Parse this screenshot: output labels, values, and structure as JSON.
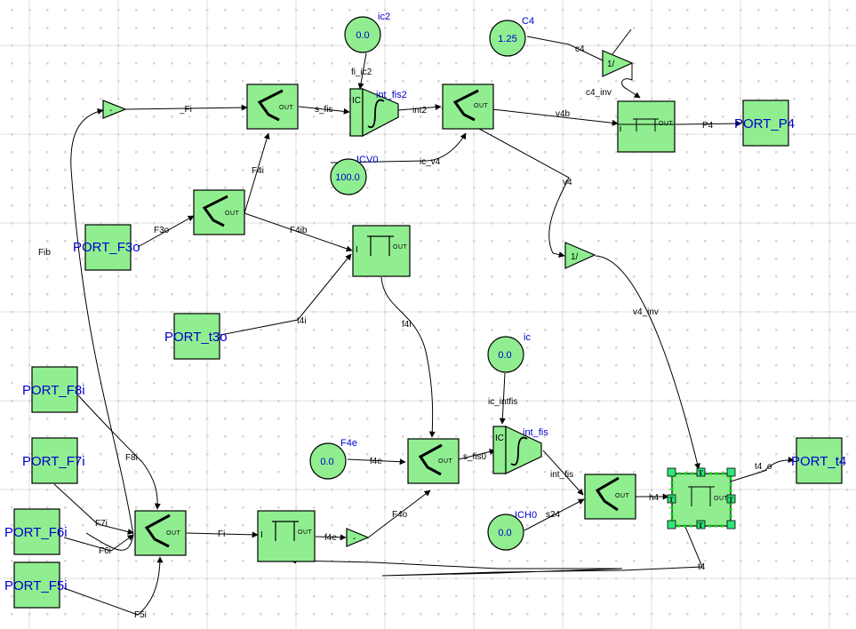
{
  "diagram": {
    "colors": {
      "block_fill": "#90ee90",
      "label_blue": "#0000cc",
      "selection": "#00dd00",
      "grid_major": "#e0e0e0",
      "grid_minor": "#c0c0c0"
    },
    "ports": {
      "F3o": "PORT_F3o",
      "t3o": "PORT_t3o",
      "F8i": "PORT_F8i",
      "F7i": "PORT_F7i",
      "F6i": "PORT_F6i",
      "F5i": "PORT_F5i",
      "P4": "PORT_P4",
      "t4": "PORT_t4"
    },
    "constants": {
      "ic2": {
        "name": "ic2",
        "value": "0.0"
      },
      "C4": {
        "name": "C4",
        "value": "1.25"
      },
      "ICV0": {
        "name": "ICV0",
        "value": "100.0"
      },
      "ic": {
        "name": "ic",
        "value": "0.0"
      },
      "F4e": {
        "name": "F4e",
        "value": "0.0"
      },
      "ICH0": {
        "name": "ICH0",
        "value": "0.0"
      }
    },
    "integrators": {
      "int_fis2": {
        "name": "int_fis2",
        "ic_label": "IC"
      },
      "int_fis": {
        "name": "int_fis",
        "ic_label": "IC"
      }
    },
    "gains": {
      "neg_top": "-",
      "inv_c4": "1/",
      "inv_v4": "1/",
      "neg_bottom": "-"
    },
    "out_label": "OUT",
    "in_label": "I",
    "selection_handle": "T",
    "wires": {
      "Fi_top": "_Fi",
      "s_fis": "s_fis",
      "fi_ic2": "fi_ic2",
      "int2": "int2",
      "c4": "c4",
      "c4_inv": "c4_inv",
      "v4b": "v4b",
      "P4": "P4",
      "ic_v4": "ic_v4",
      "F4i": "F4i",
      "F3o": "F3o",
      "F4ib": "F4ib",
      "v4": "v4",
      "Fib": "Fib",
      "t4i": "t4i",
      "f4i": "f4i",
      "v4_inv": "v4_inv",
      "ic_intfis": "ic_intfis",
      "F8i": "F8i",
      "F7i": "F7i",
      "F6i": "F6i",
      "F5i": "F5i",
      "Fi": "Fi",
      "f4e_top": "f4e",
      "s_fis0": "s_fis0",
      "int_fis": "int_fis",
      "F4o": "F4o",
      "f4e_bottom": "f4e",
      "s24": "s24",
      "h4": "h4",
      "t4_o": "t4_o",
      "t4": "t4"
    }
  }
}
